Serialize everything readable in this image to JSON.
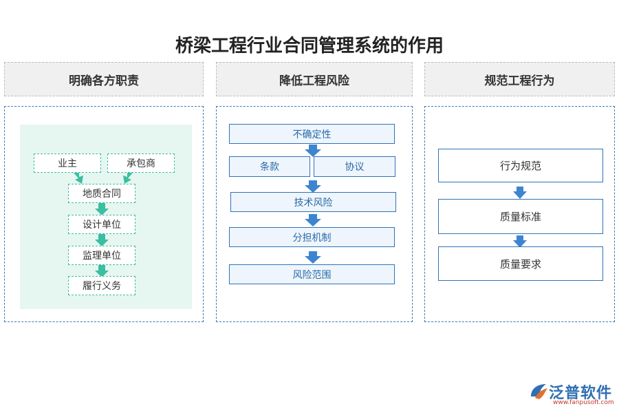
{
  "title": "桥梁工程行业合同管理系统的作用",
  "columns": [
    {
      "header": "明确各方职责",
      "parties": [
        "业主",
        "承包商"
      ],
      "chain": [
        "地质合同",
        "设计单位",
        "监理单位",
        "履行义务"
      ]
    },
    {
      "header": "降低工程风险",
      "top": "不确定性",
      "pair": [
        "条款",
        "协议"
      ],
      "chain": [
        "技术风险",
        "分担机制",
        "风险范围"
      ]
    },
    {
      "header": "规范工程行为",
      "chain": [
        "行为规范",
        "质量标准",
        "质量要求"
      ]
    }
  ],
  "logo": {
    "name": "泛普软件",
    "url": "www.fanpusoft.com"
  },
  "colors": {
    "green_arrow": "#3bbfa0",
    "blue_arrow": "#3d86cf",
    "panel_border": "#3a78b5"
  }
}
